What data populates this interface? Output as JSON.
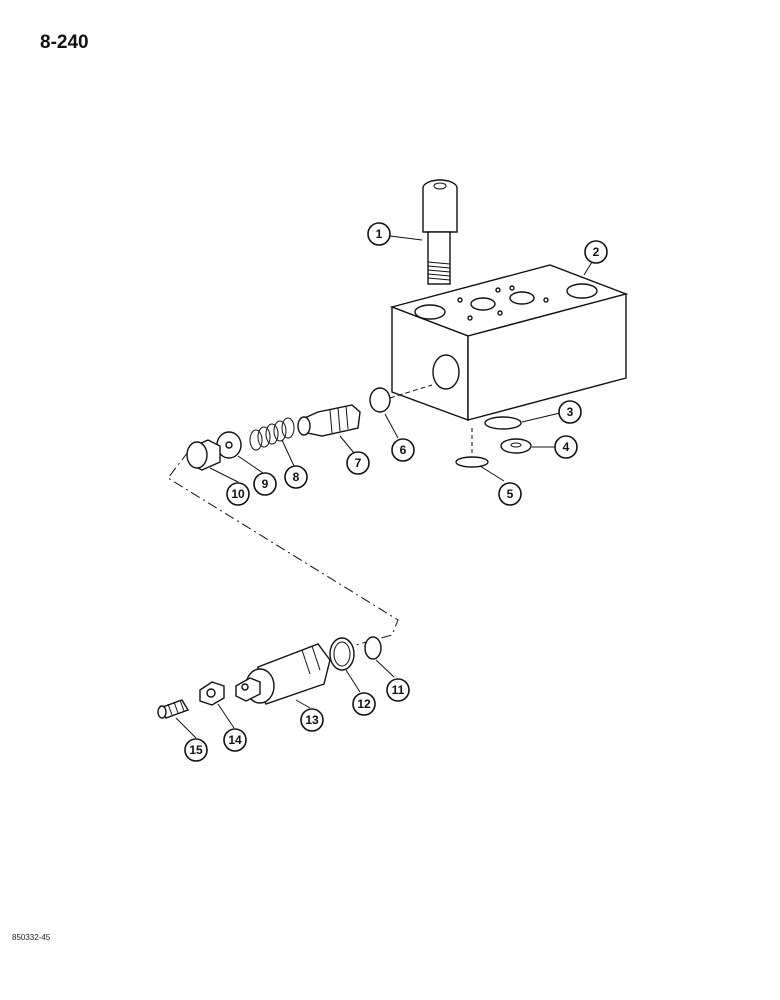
{
  "page": {
    "number": "8-240",
    "figure_code": "850332-45"
  },
  "callouts": [
    {
      "id": "callout-1",
      "label": "1"
    },
    {
      "id": "callout-2",
      "label": "2"
    },
    {
      "id": "callout-3",
      "label": "3"
    },
    {
      "id": "callout-4",
      "label": "4"
    },
    {
      "id": "callout-5",
      "label": "5"
    },
    {
      "id": "callout-6",
      "label": "6"
    },
    {
      "id": "callout-7",
      "label": "7"
    },
    {
      "id": "callout-8",
      "label": "8"
    },
    {
      "id": "callout-9",
      "label": "9"
    },
    {
      "id": "callout-10",
      "label": "10"
    },
    {
      "id": "callout-11",
      "label": "11"
    },
    {
      "id": "callout-12",
      "label": "12"
    },
    {
      "id": "callout-13",
      "label": "13"
    },
    {
      "id": "callout-14",
      "label": "14"
    },
    {
      "id": "callout-15",
      "label": "15"
    }
  ]
}
